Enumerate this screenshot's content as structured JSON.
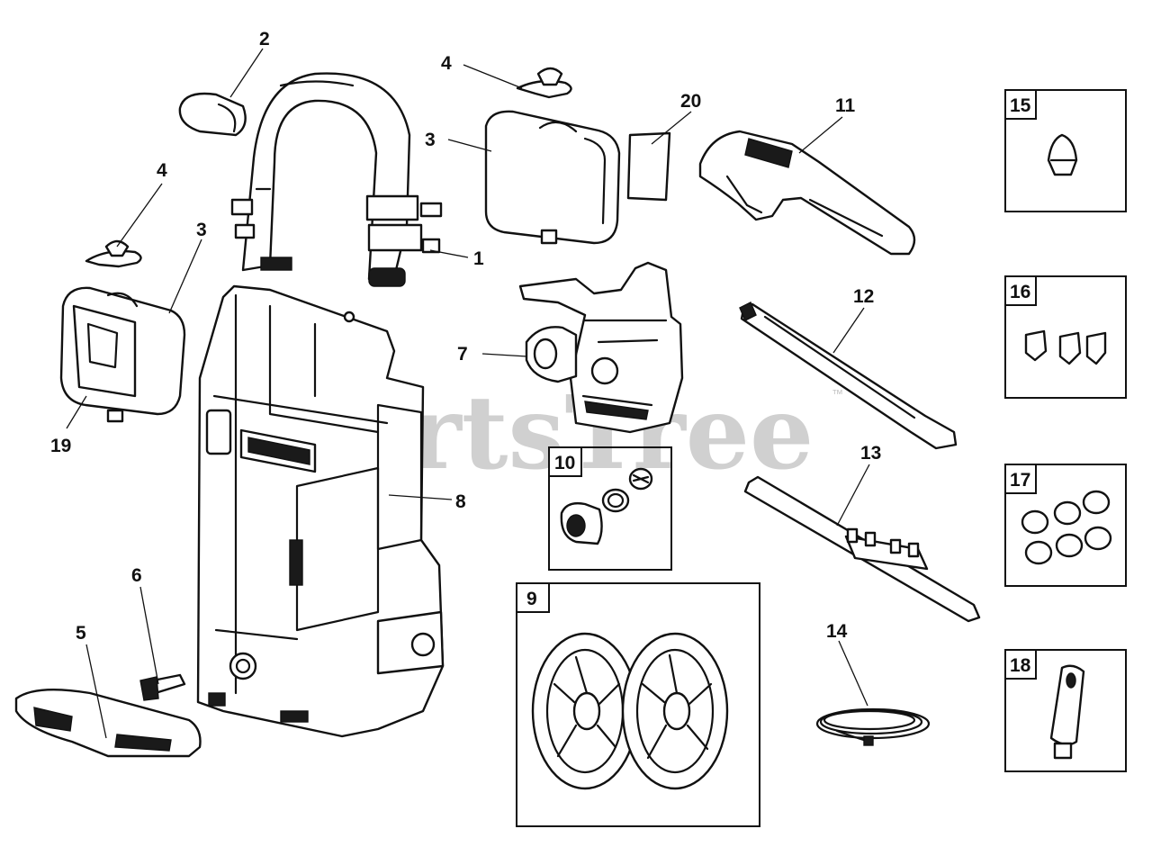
{
  "watermark": {
    "text": "PartsTree",
    "tm": "™"
  },
  "parts": {
    "p1": {
      "num": "1"
    },
    "p2": {
      "num": "2"
    },
    "p3a": {
      "num": "3"
    },
    "p3b": {
      "num": "3"
    },
    "p4a": {
      "num": "4"
    },
    "p4b": {
      "num": "4"
    },
    "p5": {
      "num": "5"
    },
    "p6": {
      "num": "6"
    },
    "p7": {
      "num": "7"
    },
    "p8": {
      "num": "8"
    },
    "p11": {
      "num": "11"
    },
    "p12": {
      "num": "12"
    },
    "p13": {
      "num": "13"
    },
    "p14": {
      "num": "14"
    },
    "p19": {
      "num": "19"
    },
    "p20": {
      "num": "20"
    }
  },
  "kits": {
    "k9": {
      "num": "9"
    },
    "k10": {
      "num": "10"
    },
    "k15": {
      "num": "15"
    },
    "k16": {
      "num": "16"
    },
    "k17": {
      "num": "17"
    },
    "k18": {
      "num": "18"
    }
  }
}
